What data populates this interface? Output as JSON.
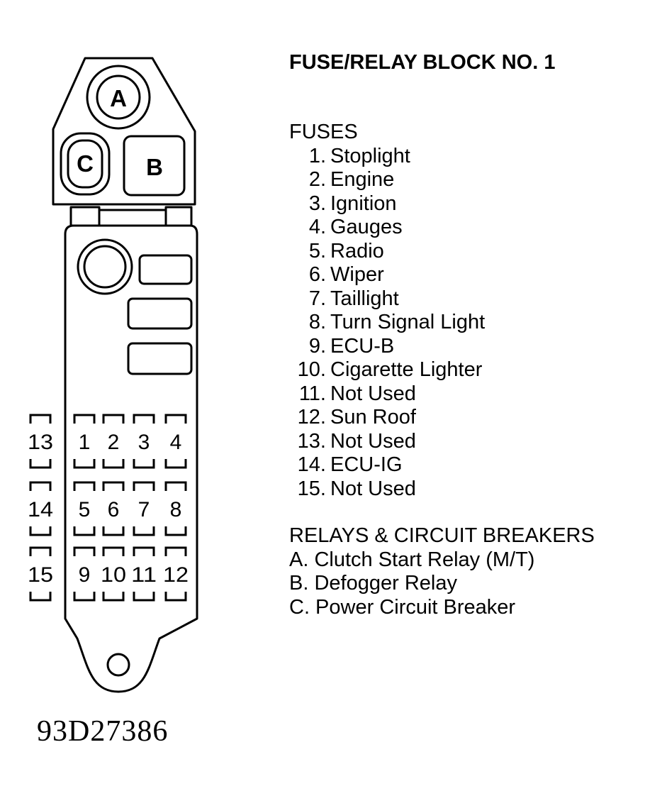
{
  "title": "FUSE/RELAY BLOCK NO. 1",
  "fuses_heading": "FUSES",
  "fuses": [
    {
      "num": "1.",
      "name": "Stoplight"
    },
    {
      "num": "2.",
      "name": "Engine"
    },
    {
      "num": "3.",
      "name": "Ignition"
    },
    {
      "num": "4.",
      "name": "Gauges"
    },
    {
      "num": "5.",
      "name": "Radio"
    },
    {
      "num": "6.",
      "name": "Wiper"
    },
    {
      "num": "7.",
      "name": "Taillight"
    },
    {
      "num": "8.",
      "name": "Turn Signal Light"
    },
    {
      "num": "9.",
      "name": "ECU-B"
    },
    {
      "num": "10.",
      "name": "Cigarette Lighter"
    },
    {
      "num": "11.",
      "name": "Not Used"
    },
    {
      "num": "12.",
      "name": "Sun Roof"
    },
    {
      "num": "13.",
      "name": "Not Used"
    },
    {
      "num": "14.",
      "name": "ECU-IG"
    },
    {
      "num": "15.",
      "name": "Not Used"
    }
  ],
  "relays_heading": "RELAYS & CIRCUIT BREAKERS",
  "relays": [
    "A. Clutch Start Relay (M/T)",
    "B. Defogger Relay",
    "C. Power Circuit Breaker"
  ],
  "diagram": {
    "relay_a": "A",
    "relay_b": "B",
    "relay_c": "C",
    "fuse_labels": [
      "1",
      "2",
      "3",
      "4",
      "5",
      "6",
      "7",
      "8",
      "9",
      "10",
      "11",
      "12",
      "13",
      "14",
      "15"
    ]
  },
  "figure_code": "93D27386"
}
